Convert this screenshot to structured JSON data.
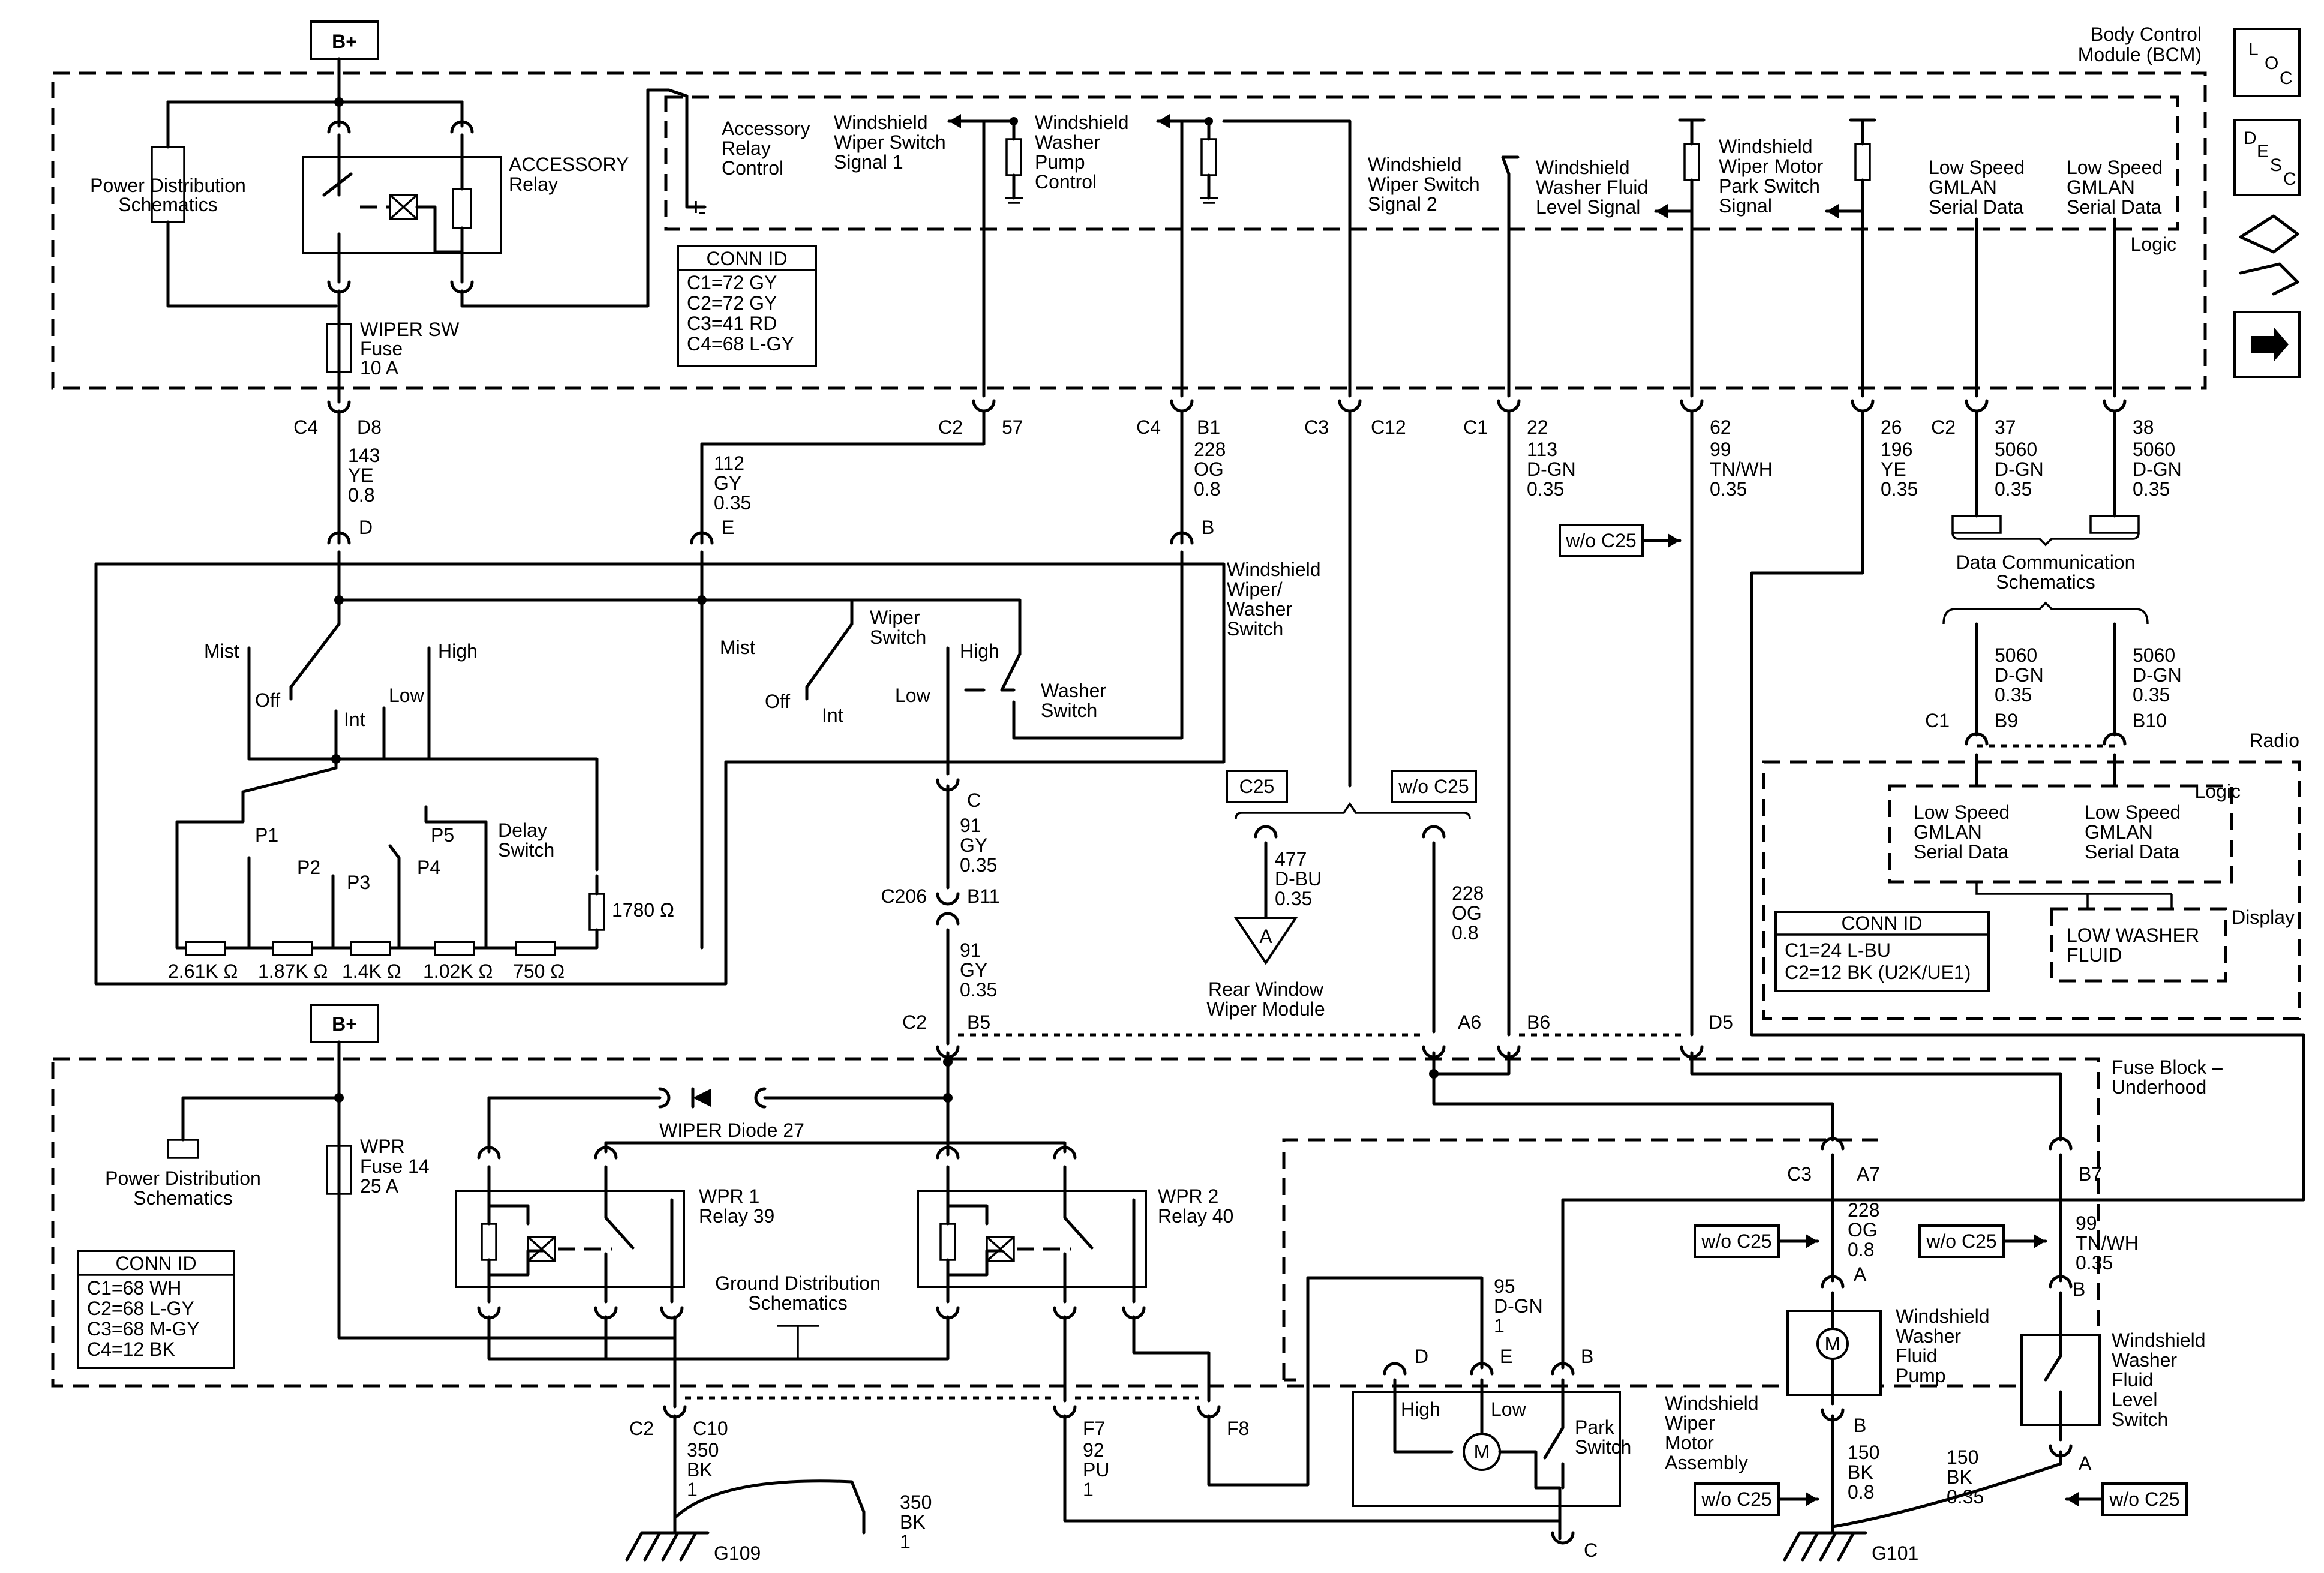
{
  "bcm": {
    "title_line1": "Body Control",
    "title_line2": "Module (BCM)",
    "logic": "Logic"
  },
  "nav_icons": {
    "loc": "LOC",
    "desc": "DESC"
  },
  "b_plus": "B+",
  "power_dist": [
    "Power Distribution",
    "Schematics"
  ],
  "accessory_relay": [
    "ACCESSORY",
    "Relay"
  ],
  "wiper_sw_fuse": [
    "WIPER SW",
    "Fuse",
    "10 A"
  ],
  "accessory_relay_control": [
    "Accessory",
    "Relay",
    "Control"
  ],
  "ws_wiper_switch_sig1": [
    "Windshield",
    "Wiper Switch",
    "Signal 1"
  ],
  "ws_washer_pump_ctrl": [
    "Windshield",
    "Washer",
    "Pump",
    "Control"
  ],
  "ws_wiper_switch_sig2": [
    "Windshield",
    "Wiper Switch",
    "Signal 2"
  ],
  "ws_washer_fluid_level": [
    "Windshield",
    "Washer Fluid",
    "Level Signal"
  ],
  "ws_wiper_motor_park": [
    "Windshield",
    "Wiper Motor",
    "Park Switch",
    "Signal"
  ],
  "gmlan_1": [
    "Low Speed",
    "GMLAN",
    "Serial Data"
  ],
  "gmlan_2": [
    "Low Speed",
    "GMLAN",
    "Serial Data"
  ],
  "conn_id_bcm": {
    "title": "CONN ID",
    "lines": [
      "C1=72 GY",
      "C2=72 GY",
      "C3=41 RD",
      "C4=68 L-GY"
    ]
  },
  "bcm_pins": {
    "c4_d8": [
      "C4",
      "D8"
    ],
    "c2_57": [
      "C2",
      "57"
    ],
    "c4_b1": [
      "C4",
      "B1"
    ],
    "c3_c12": [
      "C3",
      "C12"
    ],
    "c1_22": [
      "C1",
      "22"
    ],
    "p62": "62",
    "p26": "26",
    "c2_37": [
      "C2",
      "37"
    ],
    "p38": "38"
  },
  "wires": {
    "w143": [
      "143",
      "YE",
      "0.8"
    ],
    "w112": [
      "112",
      "GY",
      "0.35"
    ],
    "w228a": [
      "228",
      "OG",
      "0.8"
    ],
    "w113": [
      "113",
      "D-GN",
      "0.35"
    ],
    "w99a": [
      "99",
      "TN/WH",
      "0.35"
    ],
    "w196": [
      "196",
      "YE",
      "0.35"
    ],
    "w5060a": [
      "5060",
      "D-GN",
      "0.35"
    ],
    "w5060b": [
      "5060",
      "D-GN",
      "0.35"
    ],
    "w5060c": [
      "5060",
      "D-GN",
      "0.35"
    ],
    "w5060d": [
      "5060",
      "D-GN",
      "0.35"
    ],
    "w91a": [
      "91",
      "GY",
      "0.35"
    ],
    "w91b": [
      "91",
      "GY",
      "0.35"
    ],
    "w477": [
      "477",
      "D-BU",
      "0.35"
    ],
    "w228b": [
      "228",
      "OG",
      "0.8"
    ],
    "w228c": [
      "228",
      "OG",
      "0.8"
    ],
    "w99b": [
      "99",
      "TN/WH",
      "0.35"
    ],
    "w95": [
      "95",
      "D-GN",
      "1"
    ],
    "w350a": [
      "350",
      "BK",
      "1"
    ],
    "w350b": [
      "350",
      "BK",
      "1"
    ],
    "w92": [
      "92",
      "PU",
      "1"
    ],
    "w150a": [
      "150",
      "BK",
      "0.8"
    ],
    "w150b": [
      "150",
      "BK",
      "0.35"
    ]
  },
  "switch_pins": {
    "d": "D",
    "e": "E",
    "b": "B",
    "c": "C"
  },
  "ww_switch": [
    "Windshield",
    "Wiper/",
    "Washer",
    "Switch"
  ],
  "switch_labels": {
    "mist1": "Mist",
    "off1": "Off",
    "int1": "Int",
    "low1": "Low",
    "high1": "High",
    "mist2": "Mist",
    "off2": "Off",
    "int2": "Int",
    "low2": "Low",
    "high2": "High",
    "wiper_switch": [
      "Wiper",
      "Switch"
    ],
    "washer_switch": [
      "Washer",
      "Switch"
    ],
    "delay_switch": [
      "Delay",
      "Switch"
    ],
    "p1": "P1",
    "p2": "P2",
    "p3": "P3",
    "p4": "P4",
    "p5": "P5"
  },
  "resistors": [
    "2.61K Ω",
    "1.87K Ω",
    "1.4K Ω",
    "1.02K Ω",
    "750 Ω",
    "1780 Ω"
  ],
  "c25_box": "C25",
  "wo_c25": "w/o C25",
  "rear_wiper": {
    "connector": "A",
    "label": [
      "Rear Window",
      "Wiper Module"
    ]
  },
  "data_comm": [
    "Data Communication",
    "Schematics"
  ],
  "radio": {
    "title": "Radio",
    "logic": "Logic",
    "display": "Display",
    "gmlan_a": [
      "Low Speed",
      "GMLAN",
      "Serial Data"
    ],
    "gmlan_b": [
      "Low Speed",
      "GMLAN",
      "Serial Data"
    ],
    "low_washer": [
      "LOW WASHER",
      "FLUID"
    ],
    "pins": {
      "c1": "C1",
      "b9": "B9",
      "b10": "B10"
    },
    "conn_id": {
      "title": "CONN ID",
      "lines": [
        "C1=24 L-BU",
        "C2=12 BK (U2K/UE1)"
      ]
    }
  },
  "c206": {
    "c206": "C206",
    "b11": "B11",
    "c": "C"
  },
  "fuse_block": {
    "title": [
      "Fuse Block –",
      "Underhood"
    ],
    "pins_top": {
      "c2": "C2",
      "b5": "B5",
      "a6": "A6",
      "b6": "B6",
      "d5": "D5"
    },
    "wpr_fuse": [
      "WPR",
      "Fuse 14",
      "25 A"
    ],
    "wiper_diode": "WIPER Diode 27",
    "wpr1": [
      "WPR 1",
      "Relay 39"
    ],
    "wpr2": [
      "WPR 2",
      "Relay 40"
    ],
    "ground_dist": [
      "Ground Distribution",
      "Schematics"
    ],
    "power_dist": [
      "Power Distribution",
      "Schematics"
    ],
    "conn_id": {
      "title": "CONN ID",
      "lines": [
        "C1=68 WH",
        "C2=68 L-GY",
        "C3=68 M-GY",
        "C4=12 BK"
      ]
    },
    "pins_bottom": {
      "c2": "C2",
      "c10": "C10",
      "f7": "F7",
      "f8": "F8"
    },
    "c3_a7": [
      "C3",
      "A7"
    ],
    "b7": "B7"
  },
  "motor_assy": {
    "label": [
      "Windshield",
      "Wiper",
      "Motor",
      "Assembly"
    ],
    "high": "High",
    "low": "Low",
    "park": [
      "Park",
      "Switch"
    ],
    "m": "M",
    "pins": {
      "d": "D",
      "e": "E",
      "b": "B",
      "c": "C"
    }
  },
  "pump": {
    "label": [
      "Windshield",
      "Washer",
      "Fluid",
      "Pump"
    ],
    "m": "M",
    "a": "A",
    "b": "B"
  },
  "level_switch": {
    "label": [
      "Windshield",
      "Washer",
      "Fluid",
      "Level",
      "Switch"
    ],
    "a": "A",
    "b": "B"
  },
  "grounds": {
    "g109": "G109",
    "g101": "G101"
  }
}
